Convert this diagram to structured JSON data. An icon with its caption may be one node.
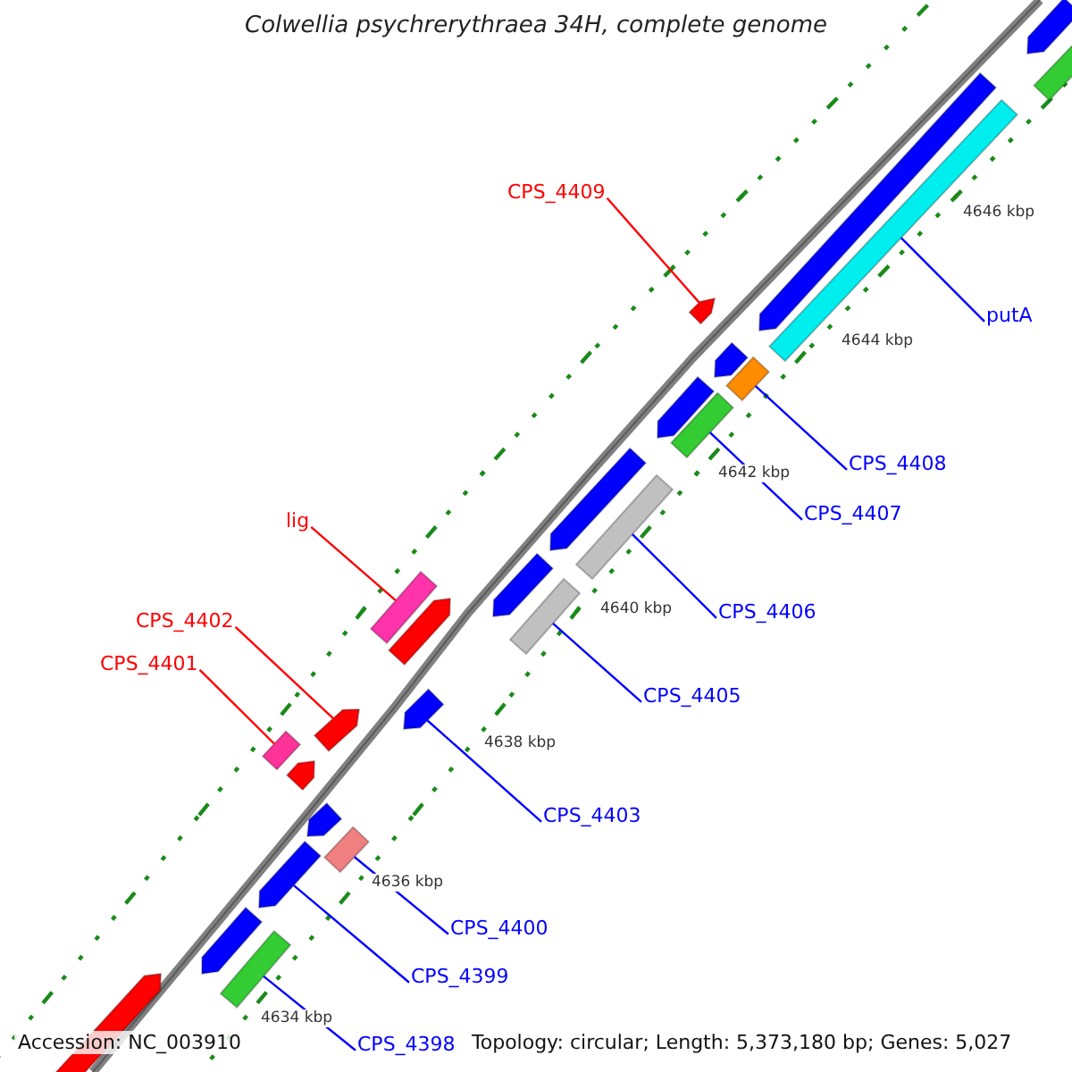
{
  "diagram": {
    "title": "Colwellia psychrerythraea 34H, complete genome",
    "nodes": [
      {
        "text": [
          "CPS_4409"
        ]
      },
      {
        "text": [],
        "shape": "bar"
      },
      {
        "text": [
          "putA"
        ]
      },
      {
        "text": [],
        "shape": "bar"
      },
      {
        "text": [
          "CPS_4408"
        ]
      },
      {
        "text": [],
        "shape": "bar"
      },
      {
        "text": [
          "CPS_4407"
        ]
      },
      {
        "text": [],
        "shape": "bar"
      },
      {
        "text": [
          "lig"
        ]
      },
      {
        "text": [],
        "shape": "bar"
      },
      {
        "text": [
          "CPS_4406"
        ]
      },
      {
        "text": [],
        "shape": "bar"
      },
      {
        "text": [
          "CPS_4402"
        ]
      },
      {
        "text": [],
        "shape": "bar"
      },
      {
        "text": [
          "CPS_4405"
        ]
      },
      {
        "text": [],
        "shape": "bar"
      },
      {
        "text": [
          "CPS_4401"
        ]
      },
      {
        "text": [],
        "shape": "bar"
      },
      {
        "text": [
          "CPS_4403"
        ]
      },
      {
        "text": [],
        "shape": "bar"
      },
      {
        "text": [
          "CPS_4400"
        ]
      },
      {
        "text": [],
        "shape": "bar"
      },
      {
        "text": [
          "CPS_4399"
        ]
      },
      {
        "text": [],
        "shape": "bar"
      },
      {
        "text": [
          "CPS_4398"
        ]
      },
      {
        "text": [],
        "shape": "bar"
      },
      {
        "text": [],
        "shape": "bar"
      },
      {
        "text": [],
        "shape": "bar"
      },
      {
        "text": [],
        "shape": "bar"
      },
      {
        "text": [],
        "shape": "bar"
      },
      {
        "text": [],
        "shape": "bar"
      },
      {
        "text": [],
        "shape": "bar"
      },
      {
        "text": [],
        "shape": "bar"
      },
      {
        "text": [],
        "shape": "bar"
      },
      {
        "text": [],
        "shape": "bar"
      },
      {
        "text": [],
        "shape": "bar"
      },
      {
        "text": [],
        "shape": "bar"
      },
      {
        "text": [],
        "shape": "bar"
      }
    ],
    "edges": [
      {
        "from": 0,
        "to": 1,
        "arrow": "none",
        "color": "#ff0000"
      },
      {
        "from": 2,
        "to": 3,
        "arrow": "none"
      },
      {
        "from": 4,
        "to": 5,
        "arrow": "none"
      },
      {
        "from": 6,
        "to": 7,
        "arrow": "none"
      },
      {
        "from": 8,
        "to": 9,
        "arrow": "none",
        "color": "#ff0000"
      },
      {
        "from": 10,
        "to": 11,
        "arrow": "none"
      },
      {
        "from": 12,
        "to": 13,
        "arrow": "none",
        "color": "#ff0000"
      },
      {
        "from": 14,
        "to": 15,
        "arrow": "none"
      },
      {
        "from": 16,
        "to": 17,
        "arrow": "none",
        "color": "#ff0000"
      },
      {
        "from": 18,
        "to": 19,
        "arrow": "none"
      },
      {
        "from": 20,
        "to": 21,
        "arrow": "none"
      },
      {
        "from": 22,
        "to": 23,
        "arrow": "none"
      },
      {
        "from": 24,
        "to": 25,
        "arrow": "none"
      }
    ],
    "labels": [
      "4646 kbp",
      "4644 kbp",
      "4642 kbp",
      "4640 kbp",
      "4638 kbp",
      "4636 kbp",
      "4634 kbp",
      "Accession: NC_003910",
      "Topology: circular; Length: 5,373,180 bp; Genes: 5,027"
    ]
  }
}
